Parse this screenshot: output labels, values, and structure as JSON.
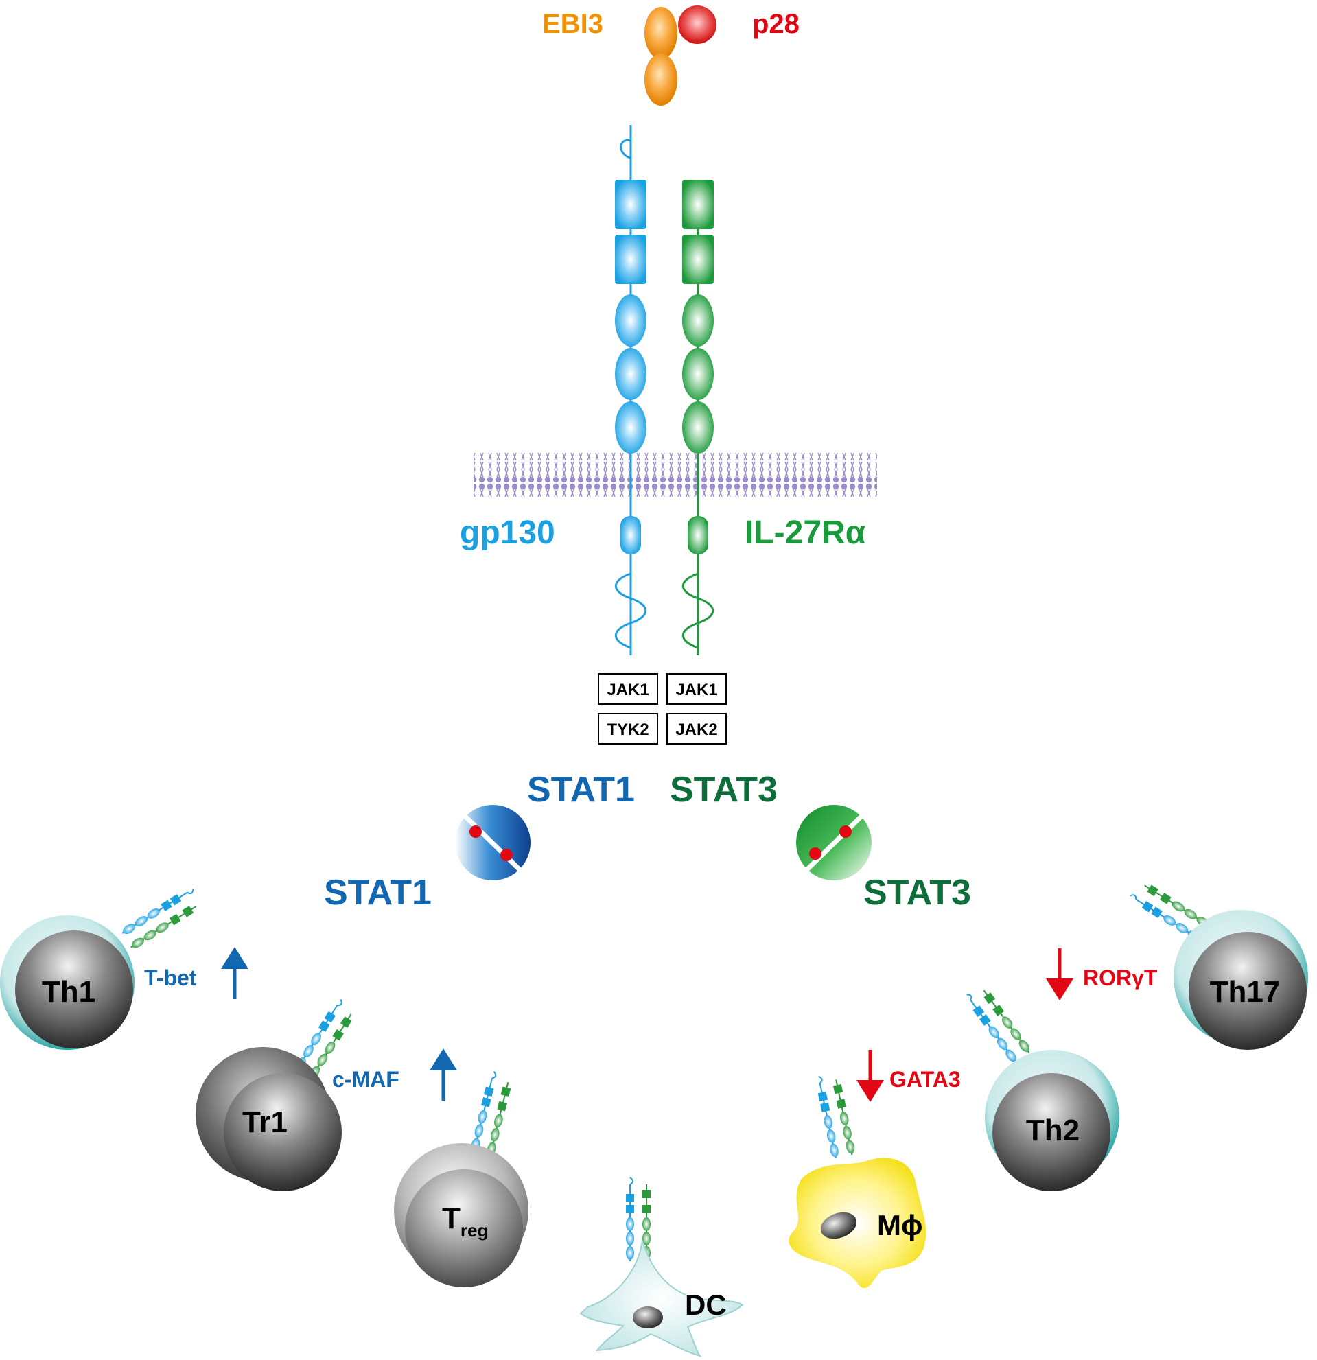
{
  "ligand": {
    "ebi3": "EBI3",
    "p28": "p28"
  },
  "receptors": {
    "gp130": "gp130",
    "il27ra": "IL-27Rα"
  },
  "kinases": {
    "gp130_top": "JAK1",
    "gp130_bottom": "TYK2",
    "il27ra_top": "JAK1",
    "il27ra_bottom": "JAK2"
  },
  "stats": {
    "stat1_top": "STAT1",
    "stat3_top": "STAT3",
    "stat1_side": "STAT1",
    "stat3_side": "STAT3"
  },
  "cells": {
    "th1": "Th1",
    "tr1": "Tr1",
    "treg_main": "T",
    "treg_sub": "reg",
    "dc": "DC",
    "macrophage": "Mϕ",
    "th2": "Th2",
    "th17": "Th17"
  },
  "factors": {
    "tbet": "T-bet",
    "cmaf": "c-MAF",
    "gata3": "GATA3",
    "rorgt": "RORγT"
  },
  "colors": {
    "ebi3": "#f39200",
    "p28": "#e30613",
    "gp130": "#1ba1e2",
    "il27ra": "#1a9a3a",
    "stat1": "#1366b0",
    "stat3": "#0f6d3c",
    "membrane": "#9b8dc8",
    "upregulated": "#1366b0",
    "downregulated": "#e30613"
  },
  "icons": {
    "up_arrow": "arrow-up-icon",
    "down_arrow": "arrow-down-icon",
    "phospho_dot": "phosphate-icon"
  }
}
